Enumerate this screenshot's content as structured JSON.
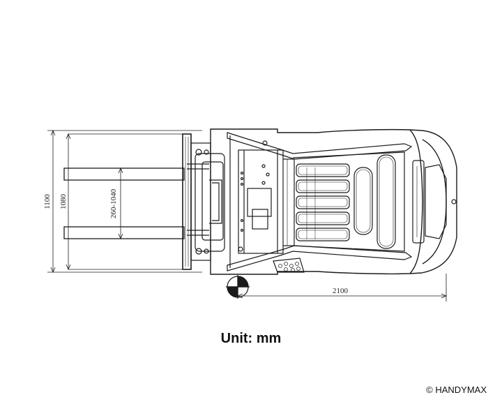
{
  "dimensions": {
    "overall_width": "1100",
    "fork_outer_width": "1080",
    "fork_spread": "260-1040",
    "overall_length": "2100"
  },
  "unit_label": "Unit: mm",
  "copyright": "© HANDYMAX",
  "icons": {
    "wheel": "wheel-center-cross-icon"
  }
}
